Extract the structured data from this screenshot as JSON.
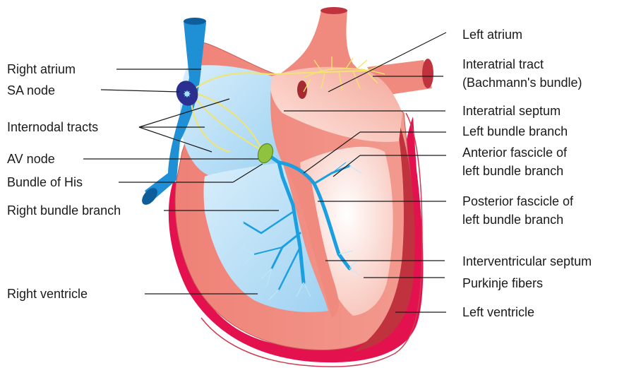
{
  "colors": {
    "blood_blue": "#1f8fd6",
    "right_side_fill": "#bfe3f7",
    "heart_pink": "#f08a82",
    "heart_light": "#fbd3c9",
    "pericardium": "#c2233a",
    "conduction_blue": "#1aa0e0",
    "av_node": "#8fc23f",
    "sa_node": "#2b2f8f",
    "internodal_yellow": "#f3e46a",
    "leader_line": "#1a1a1a"
  },
  "labels": {
    "left": {
      "right_atrium": "Right atrium",
      "sa_node": "SA node",
      "internodal_tracts": "Internodal tracts",
      "av_node": "AV node",
      "bundle_of_his": "Bundle of His",
      "right_bundle_branch": "Right bundle branch",
      "right_ventricle": "Right ventricle"
    },
    "right": {
      "left_atrium": "Left atrium",
      "interatrial_tract_1": "Interatrial tract",
      "interatrial_tract_2": "(Bachmann's bundle)",
      "interatrial_septum": "Interatrial septum",
      "left_bundle_branch": "Left bundle branch",
      "anterior_fascicle_1": "Anterior fascicle of",
      "anterior_fascicle_2": "left bundle branch",
      "posterior_fascicle_1": "Posterior fascicle of",
      "posterior_fascicle_2": "left bundle branch",
      "interventricular_septum": "Interventricular septum",
      "purkinje_fibers": "Purkinje fibers",
      "left_ventricle": "Left ventricle"
    }
  },
  "icons": [
    "heart-illustration",
    "sa-node-star-icon"
  ]
}
